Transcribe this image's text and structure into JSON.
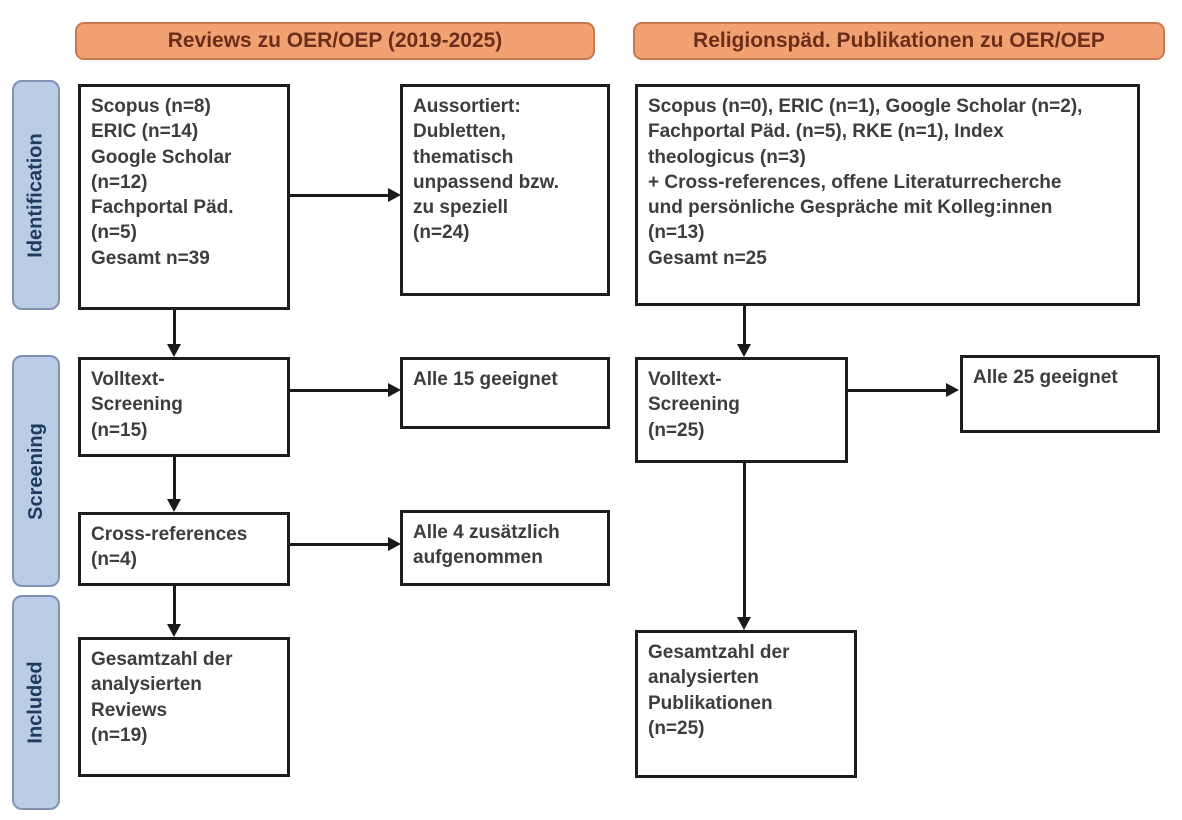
{
  "headers": {
    "left_label": "Reviews zu OER/OEP (2019-2025)",
    "right_label": "Religionspäd. Publikationen zu OER/OEP"
  },
  "sidebar": {
    "identification": "Identification",
    "screening": "Screening",
    "included": "Included"
  },
  "boxes": {
    "sources_left": "Scopus (n=8)\nERIC (n=14)\nGoogle Scholar\n(n=12)\nFachportal Päd.\n(n=5)\nGesamt n=39",
    "excluded": "Aussortiert:\nDubletten,\nthematisch\nunpassend bzw.\nzu speziell\n(n=24)",
    "fulltext_left": "Volltext-\nScreening\n(n=15)",
    "all15": "Alle 15 geeignet",
    "crossrefs": "Cross-references\n(n=4)",
    "all4": "Alle 4 zusätzlich\naufgenommen",
    "total_reviews": "Gesamtzahl der\nanalysierten\nReviews\n(n=19)",
    "sources_right": "Scopus (n=0), ERIC (n=1), Google Scholar (n=2),\nFachportal Päd. (n=5), RKE (n=1), Index\ntheologicus (n=3)\n+ Cross-references, offene Literaturrecherche\nund persönliche Gespräche mit Kolleg:innen\n(n=13)\nGesamt n=25",
    "fulltext_right": "Volltext-\nScreening\n(n=25)",
    "all25": "Alle 25 geeignet",
    "total_publications": "Gesamtzahl der\nanalysierten\nPublikationen\n(n=25)"
  },
  "colors": {
    "header_fill": "#F2A173",
    "header_border": "#C8794F",
    "header_text": "#6B2E1B",
    "stage_fill": "#B9CDE5",
    "stage_border": "#8091B5",
    "stage_text": "#1E3A5F",
    "box_border": "#1D1D1D",
    "box_text": "#3D3D3D",
    "arrow": "#1A1A1A"
  }
}
